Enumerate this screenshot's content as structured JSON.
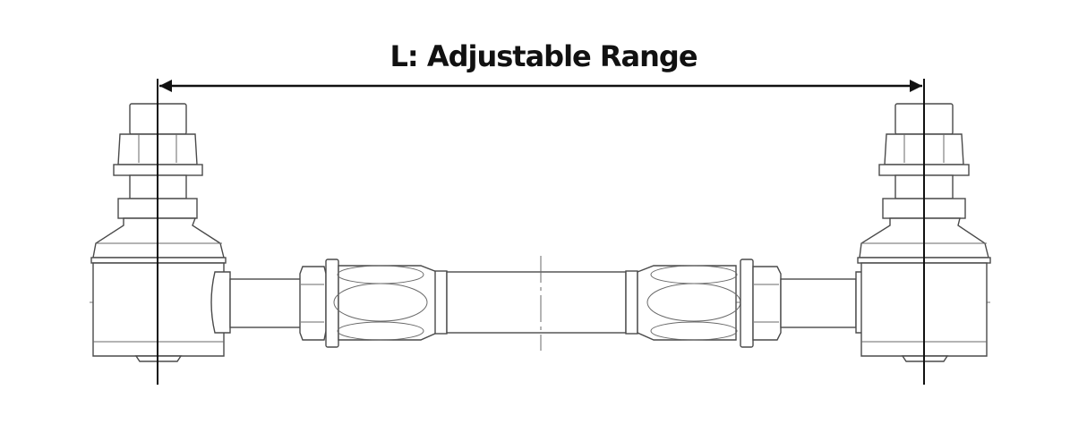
{
  "diagram": {
    "title": "L: Adjustable Range",
    "subject": "adjustable-link-rod",
    "components": [
      "left-ball-joint",
      "left-lock-nut",
      "left-rod-end-hex",
      "center-tube",
      "right-rod-end-hex",
      "right-lock-nut",
      "right-ball-joint"
    ],
    "dimension": {
      "label": "L",
      "from": "left-ball-stud-center",
      "to": "right-ball-stud-center"
    },
    "colors": {
      "line": "#4a4a4a",
      "dimension": "#111111",
      "background": "#ffffff"
    }
  }
}
